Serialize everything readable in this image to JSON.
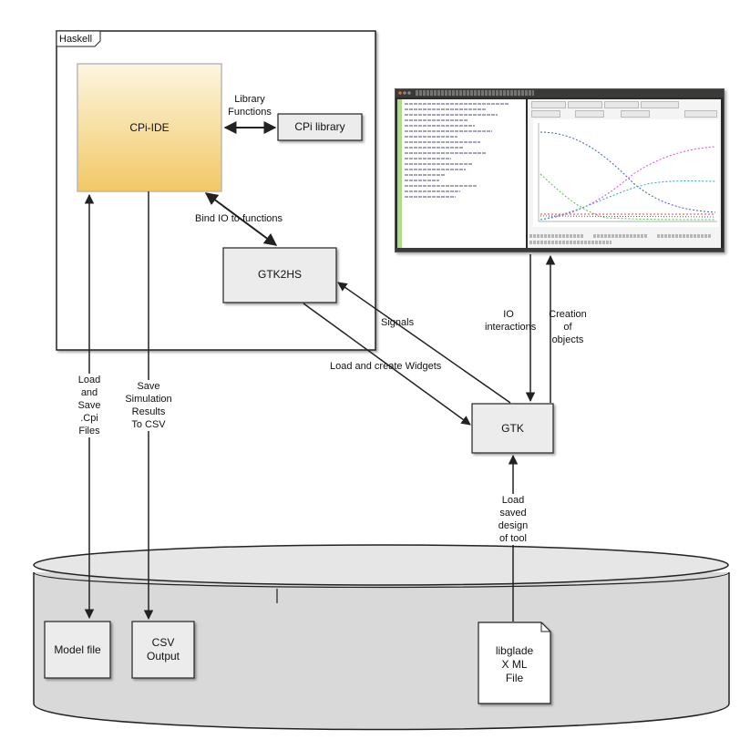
{
  "haskell_label": "Haskell",
  "boxes": {
    "cpi_ide": "CPi-IDE",
    "cpi_library": "CPi library",
    "gtk2hs": "GTK2HS",
    "gtk": "GTK",
    "model_file": "Model file",
    "csv_output": "CSV\nOutput",
    "libglade": "libglade\nX ML\nFile"
  },
  "edge_labels": {
    "library_functions": "Library\nFunctions",
    "bind_io": "Bind IO to functions",
    "signals": "Signals",
    "load_create_widgets": "Load and create Widgets",
    "io_interactions": "IO\ninteractions",
    "creation_objects": "Creation\nof\nobjects",
    "load_save_cpi": "Load\nand\nSave\n.Cpi\nFiles",
    "save_sim_results": "Save\nSimulation\nResults\nTo CSV",
    "load_saved_design": "Load\nsaved\ndesign\nof tool"
  },
  "colors": {
    "ide_gradient_top": "#fdf6e0",
    "ide_gradient_bottom": "#f2c866",
    "box_fill": "#ececec",
    "cylinder_fill": "#d9d9d9",
    "stroke": "#222222"
  },
  "screenshot": {
    "icon": "application-window-screenshot",
    "plot_series_colors": [
      "#3b5bd6",
      "#d94fd0",
      "#2aa6b8",
      "#4cc24c",
      "#e04a3a",
      "#333333"
    ]
  }
}
